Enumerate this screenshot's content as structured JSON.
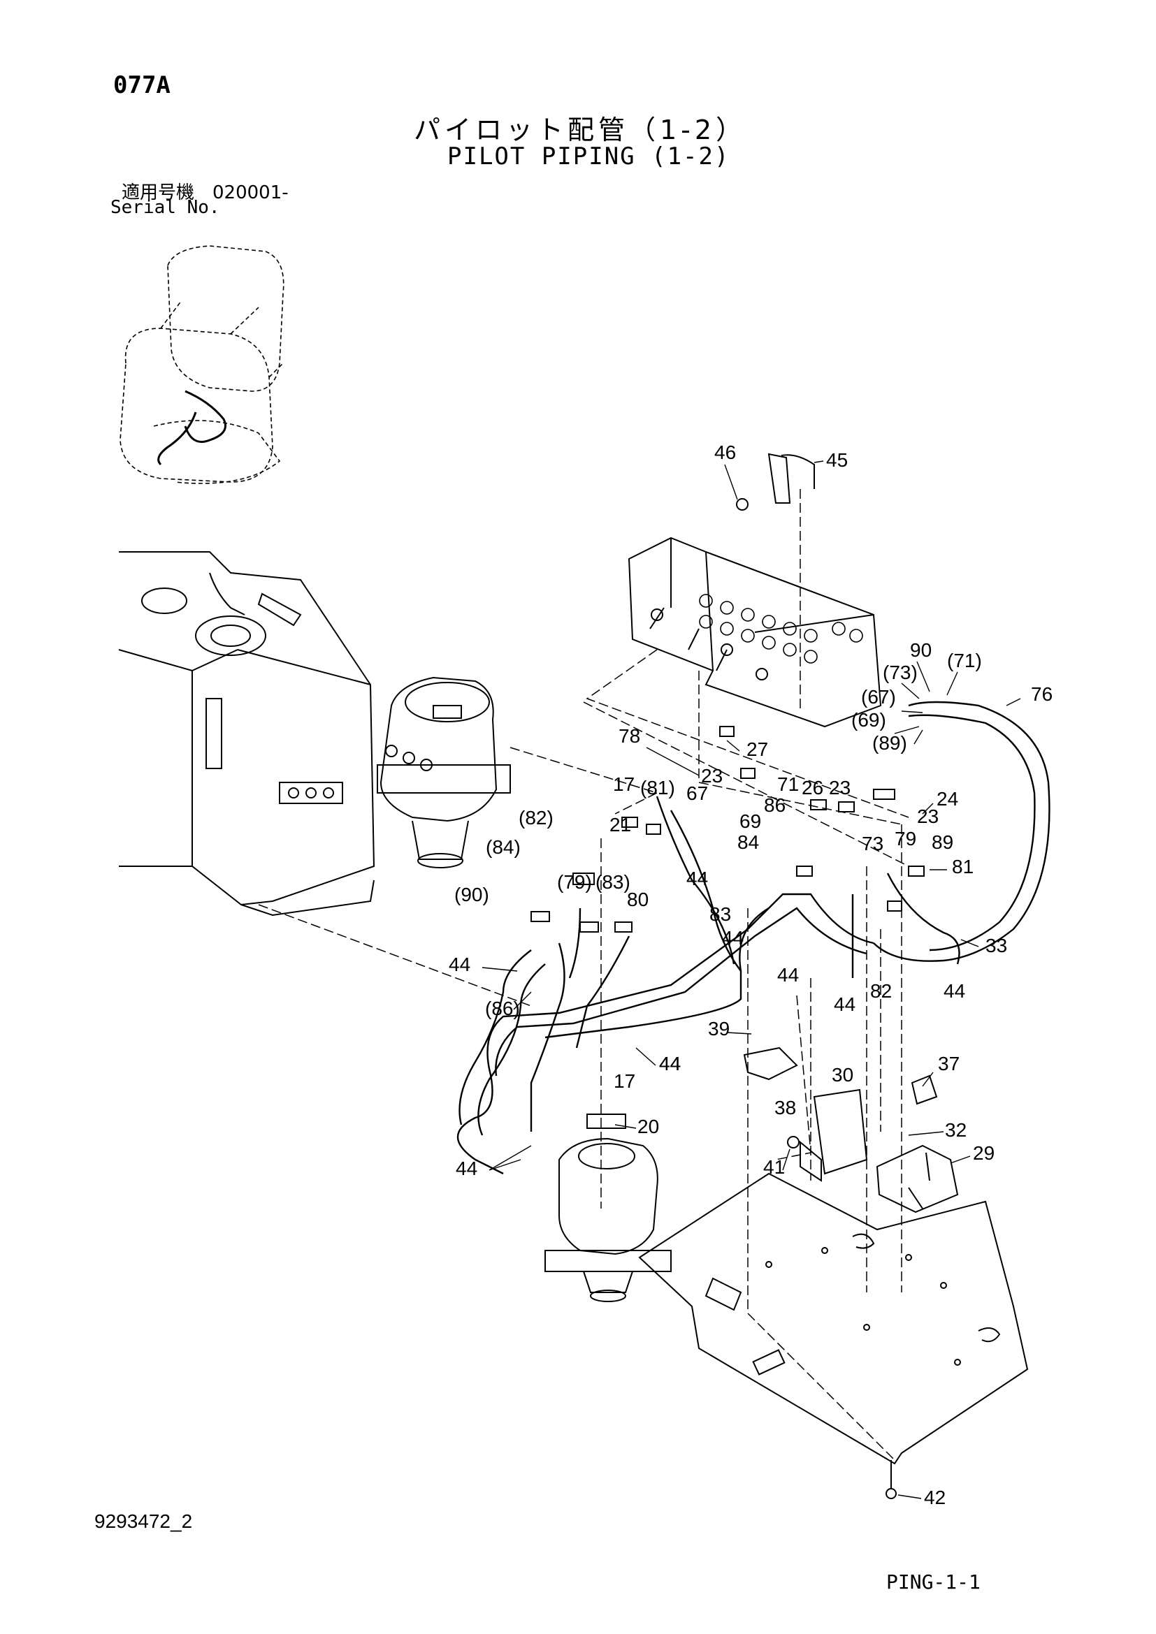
{
  "header": {
    "page_code": "077A",
    "title_jp": "パイロット配管（1-2）",
    "title_en": "PILOT PIPING (1-2)",
    "serial_label_jp": "適用号機　020001-",
    "serial_label_en": "Serial No."
  },
  "footer": {
    "doc_number": "9293472_2",
    "sheet_code": "PING-1-1"
  },
  "callouts": [
    "46",
    "45",
    "90",
    "(71)",
    "(73)",
    "76",
    "(67)",
    "(69)",
    "(89)",
    "78",
    "27",
    "23",
    "17",
    "(81)",
    "67",
    "71",
    "26",
    "23",
    "24",
    "23",
    "86",
    "69",
    "84",
    "73",
    "79",
    "89",
    "81",
    "(82)",
    "21",
    "(84)",
    "(79)",
    "(83)",
    "80",
    "44",
    "(90)",
    "83",
    "44",
    "44",
    "33",
    "44",
    "44",
    "82",
    "44",
    "44",
    "(86)",
    "39",
    "44",
    "30",
    "37",
    "17",
    "38",
    "32",
    "20",
    "29",
    "41",
    "44",
    "42"
  ]
}
